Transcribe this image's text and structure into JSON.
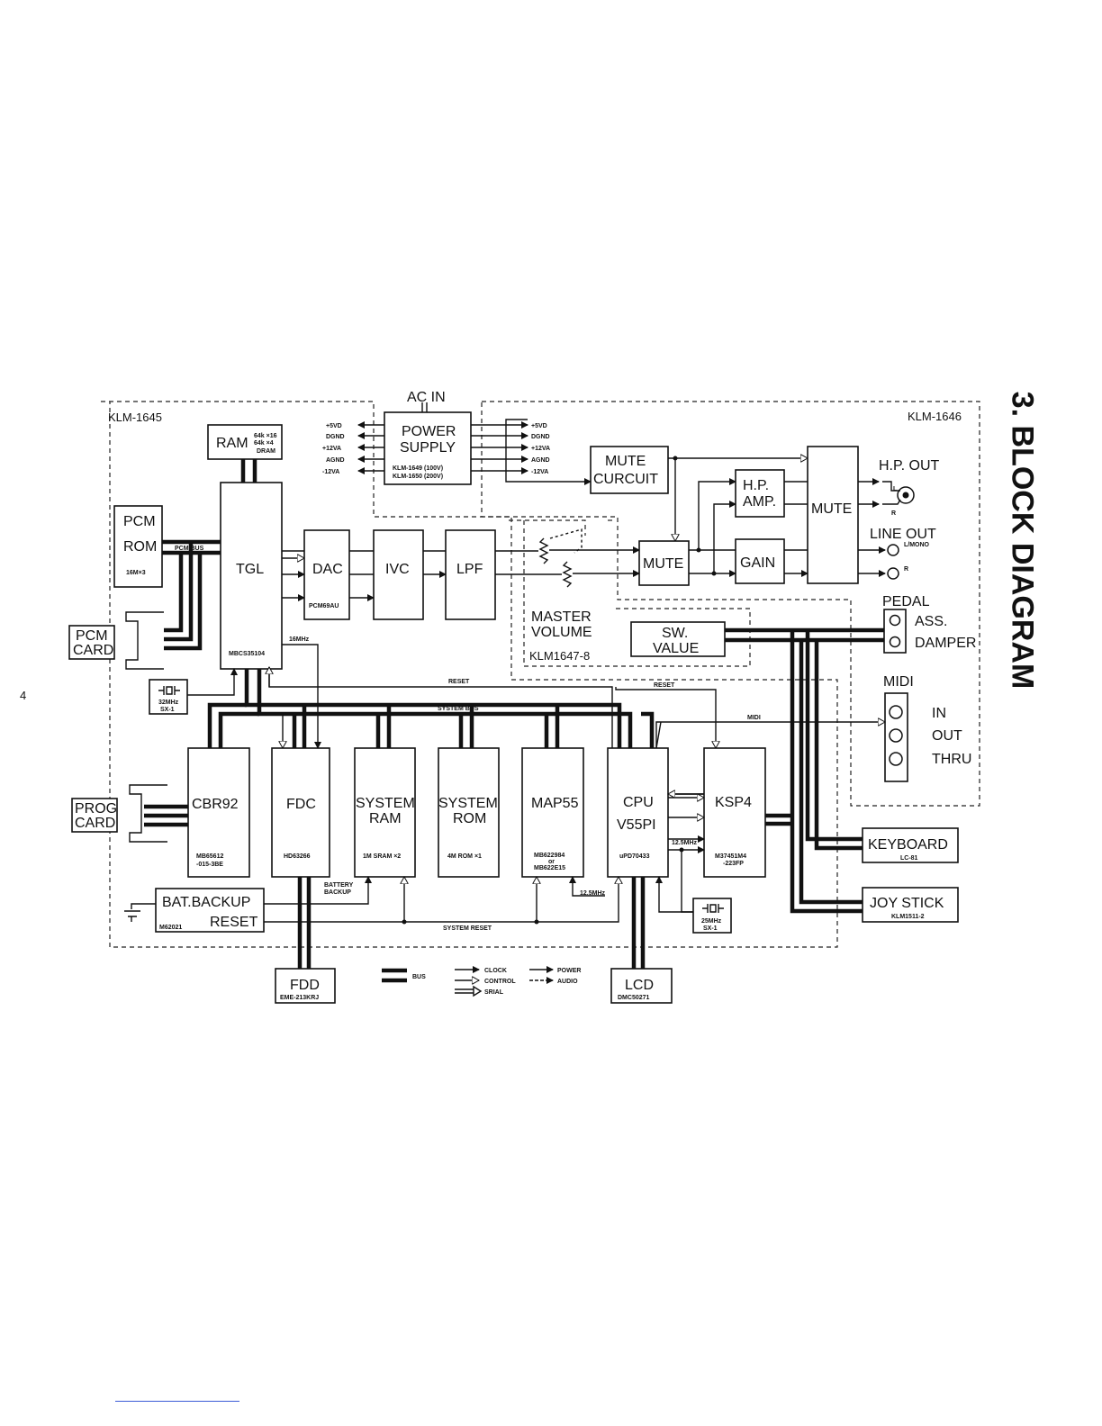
{
  "title": "3. BLOCK DIAGRAM",
  "page_number": "4",
  "boards": {
    "klm1645": "KLM-1645",
    "klm1646": "KLM-1646",
    "klm1647": "KLM1647-8"
  },
  "ac_in": "AC IN",
  "power_supply": {
    "line1": "POWER",
    "line2": "SUPPLY",
    "model1": "KLM-1649 (100V)",
    "model2": "KLM-1650 (200V)",
    "rails_left": [
      "+5VD",
      "DGND",
      "+12VA",
      "AGND",
      "-12VA"
    ],
    "rails_right": [
      "+5VD",
      "DGND",
      "+12VA",
      "AGND",
      "-12VA"
    ]
  },
  "ram": {
    "label": "RAM",
    "spec1": "64k ×16",
    "spec2": "64k ×4",
    "spec3": "DRAM"
  },
  "pcm_rom": {
    "line1": "PCM",
    "line2": "ROM",
    "spec": "16M×3"
  },
  "pcm_bus": "PCM BUS",
  "pcm_card": {
    "line1": "PCM",
    "line2": "CARD"
  },
  "tgl": {
    "label": "TGL",
    "part": "MBCS35104"
  },
  "dac": {
    "label": "DAC",
    "part": "PCM69AU"
  },
  "ivc": "IVC",
  "lpf": "LPF",
  "master_volume": {
    "line1": "MASTER",
    "line2": "VOLUME"
  },
  "sw_value": {
    "line1": "SW.",
    "line2": "VALUE"
  },
  "mute_circuit": {
    "line1": "MUTE",
    "line2": "CURCUIT"
  },
  "mute_mid": "MUTE",
  "hp_amp": {
    "line1": "H.P.",
    "line2": "AMP."
  },
  "gain": "GAIN",
  "mute_out": "MUTE",
  "hp_out": {
    "label": "H.P. OUT",
    "l": "L",
    "r": "R"
  },
  "line_out": {
    "label": "LINE OUT",
    "l": "L/MONO",
    "r": "R"
  },
  "pedal": {
    "label": "PEDAL",
    "ass": "ASS.",
    "damper": "DAMPER"
  },
  "midi": {
    "label": "MIDI",
    "in": "IN",
    "out": "OUT",
    "thru": "THRU",
    "signal": "MIDI"
  },
  "xtal1": {
    "freq": "32MHz",
    "part": "SX-1"
  },
  "xtal2": {
    "freq": "25MHz",
    "part": "SX-1"
  },
  "clk16": "16MHz",
  "clk125a": "12.5MHz",
  "clk125b": "12.5MHz",
  "reset1": "RESET",
  "reset2": "RESET",
  "system_bus": "SYSTEM BUS",
  "system_reset": "SYSTEM RESET",
  "battery_backup": {
    "line1": "BATTERY",
    "line2": "BACKUP"
  },
  "cbr92": {
    "label": "CBR92",
    "part1": "MB65612",
    "part2": "-015-3BE"
  },
  "fdc": {
    "label": "FDC",
    "part": "HD63266"
  },
  "system_ram": {
    "line1": "SYSTEM",
    "line2": "RAM",
    "part": "1M SRAM ×2"
  },
  "system_rom": {
    "line1": "SYSTEM",
    "line2": "ROM",
    "part": "4M ROM ×1"
  },
  "map55": {
    "label": "MAP55",
    "part1": "MB622984",
    "part2": "or",
    "part3": "MB622E15"
  },
  "cpu": {
    "line1": "CPU",
    "line2": "V55PI",
    "part": "uPD70433"
  },
  "ksp4": {
    "label": "KSP4",
    "part1": "M37451M4",
    "part2": "-223FP"
  },
  "prog_card": {
    "line1": "PROG",
    "line2": "CARD"
  },
  "bat_backup": {
    "line1": "BAT.BACKUP",
    "line2": "RESET",
    "part": "M62021"
  },
  "keyboard": {
    "label": "KEYBOARD",
    "part": "LC-81"
  },
  "joystick": {
    "label": "JOY STICK",
    "part": "KLM1511-2"
  },
  "fdd": {
    "label": "FDD",
    "part": "EME-213KRJ"
  },
  "lcd": {
    "label": "LCD",
    "part": "DMC50271"
  },
  "legend": {
    "bus": "BUS",
    "clock": "CLOCK",
    "control": "CONTROL",
    "serial": "SRIAL",
    "power": "POWER",
    "audio": "AUDIO"
  }
}
